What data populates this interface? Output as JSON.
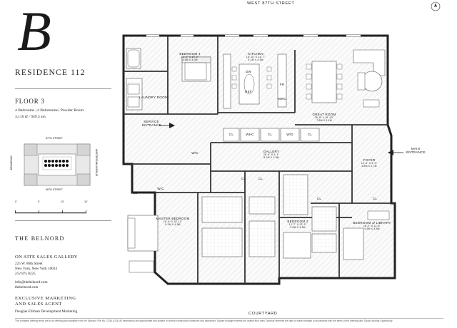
{
  "brand": {
    "monogram": "B",
    "name": "THE BELNORD"
  },
  "residence": {
    "title": "RESIDENCE 112",
    "floor": "FLOOR 3",
    "rooms_summary": "4 Bedrooms  |  4 Bathrooms  |  Powder Room",
    "area": "3,116 sf / 949.5 sm"
  },
  "keyplan": {
    "street_top": "87TH STREET",
    "street_bottom": "86TH STREET",
    "street_left": "BROADWAY",
    "street_right": "AMSTERDAM AVENUE"
  },
  "scale": {
    "labels": [
      "0'",
      "5'",
      "10'",
      "15'"
    ]
  },
  "sales": {
    "gallery_title": "ON-SITE SALES GALLERY",
    "address_line1": "225 W. 86th Street",
    "address_line2": "New York, New York 10024",
    "phone": "212 875 0225",
    "email": "info@thebelnord.com",
    "website": "thebelnord.com",
    "agent_title_line1": "EXCLUSIVE MARKETING",
    "agent_title_line2": "AND SALES AGENT",
    "agent_name": "Douglas Elliman Development Marketing"
  },
  "plan": {
    "street_top": "WEST 87TH STREET",
    "courtyard": "COURTYARD",
    "service_entrance": "SERVICE ENTRANCE",
    "main_entrance": "MAIN ENTRANCE",
    "rooms": {
      "bedroom4": {
        "name": "BEDROOM 4",
        "dim": "10'-0\" X 10'-0\"",
        "metric": "3.3M X 3.0M"
      },
      "kitchen": {
        "name": "KITCHEN",
        "dim": "16'-10\" X 14'-7\"",
        "metric": "5.1M X 4.4M"
      },
      "great_room": {
        "name": "GREAT ROOM",
        "dim": "25'-8\" X 16'-10\"",
        "metric": "7.8M X 5.1M"
      },
      "laundry": {
        "name": "LAUNDRY ROOM"
      },
      "gallery": {
        "name": "GALLERY",
        "dim": "26'-6\" X 6'-1\"",
        "metric": "8.1M X 1.9M"
      },
      "foyer": {
        "name": "FOYER",
        "dim": "12'-4\" X 9'-0\"",
        "metric": "3.8M X 2.7M"
      },
      "master": {
        "name": "MASTER BEDROOM",
        "dim": "16'-6\" X 15'-11\"",
        "metric": "5.1M X 4.9M"
      },
      "bedroom2": {
        "name": "BEDROOM 2",
        "dim": "12'-7\" X 13'-0\"",
        "metric": "3.8M X 3.9M"
      },
      "bedroom3": {
        "name": "BEDROOM 3/ LIBRARY",
        "dim": "16'-0\" X 11'-6\"",
        "metric": "4.9M X 3.5M"
      }
    },
    "closet_labels": [
      "CL",
      "CL",
      "CL",
      "CL",
      "CL",
      "CL",
      "CL",
      "CL",
      "W/C",
      "W/C",
      "WHC",
      "W/D",
      "DW",
      "REF",
      "FR",
      "MWC"
    ]
  },
  "disclaimer": "The complete offering terms are in an offering plan available from the Sponsor. File No. CD16-0126. All dimensions are approximate and subject to normal construction variances and tolerances. Square footage exceeds the usable floor area. Sponsor reserves the right to make changes in accordance with the terms of the offering plan. Equal Housing Opportunity."
}
